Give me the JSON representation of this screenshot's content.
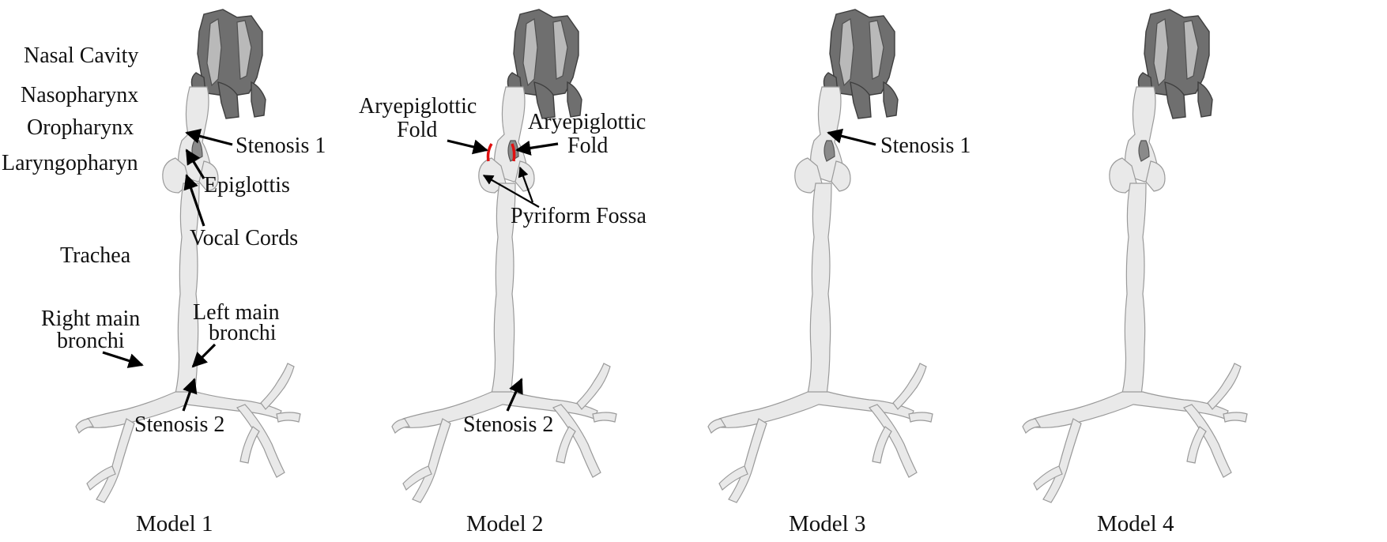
{
  "models": [
    {
      "caption": "Model 1",
      "labels": {
        "nasal_cavity": "Nasal Cavity",
        "nasopharynx": "Nasopharynx",
        "oropharynx": "Oropharynx",
        "laryngopharynx": "Laryngopharyn",
        "stenosis1": "Stenosis 1",
        "epiglottis": "Epiglottis",
        "vocal_cords": "Vocal Cords",
        "trachea": "Trachea",
        "right_main_l1": "Right main",
        "right_main_l2": "bronchi",
        "left_main_l1": "Left main",
        "left_main_l2": "bronchi",
        "stenosis2": "Stenosis 2"
      }
    },
    {
      "caption": "Model 2",
      "labels": {
        "aryepiglottic_left_l1": "Aryepiglottic",
        "aryepiglottic_left_l2": "Fold",
        "aryepiglottic_right_l1": "Aryepiglottic",
        "aryepiglottic_right_l2": "Fold",
        "pyriform_fossa": "Pyriform Fossa",
        "stenosis2": "Stenosis 2"
      }
    },
    {
      "caption": "Model 3",
      "labels": {
        "stenosis1": "Stenosis 1"
      }
    },
    {
      "caption": "Model 4",
      "labels": {}
    }
  ],
  "colors": {
    "airway_surface": "#e9e9e9",
    "nasal_shade": "#6f6f6f",
    "aryepiglottic_fold_highlight": "#e01010",
    "text": "#111111"
  }
}
